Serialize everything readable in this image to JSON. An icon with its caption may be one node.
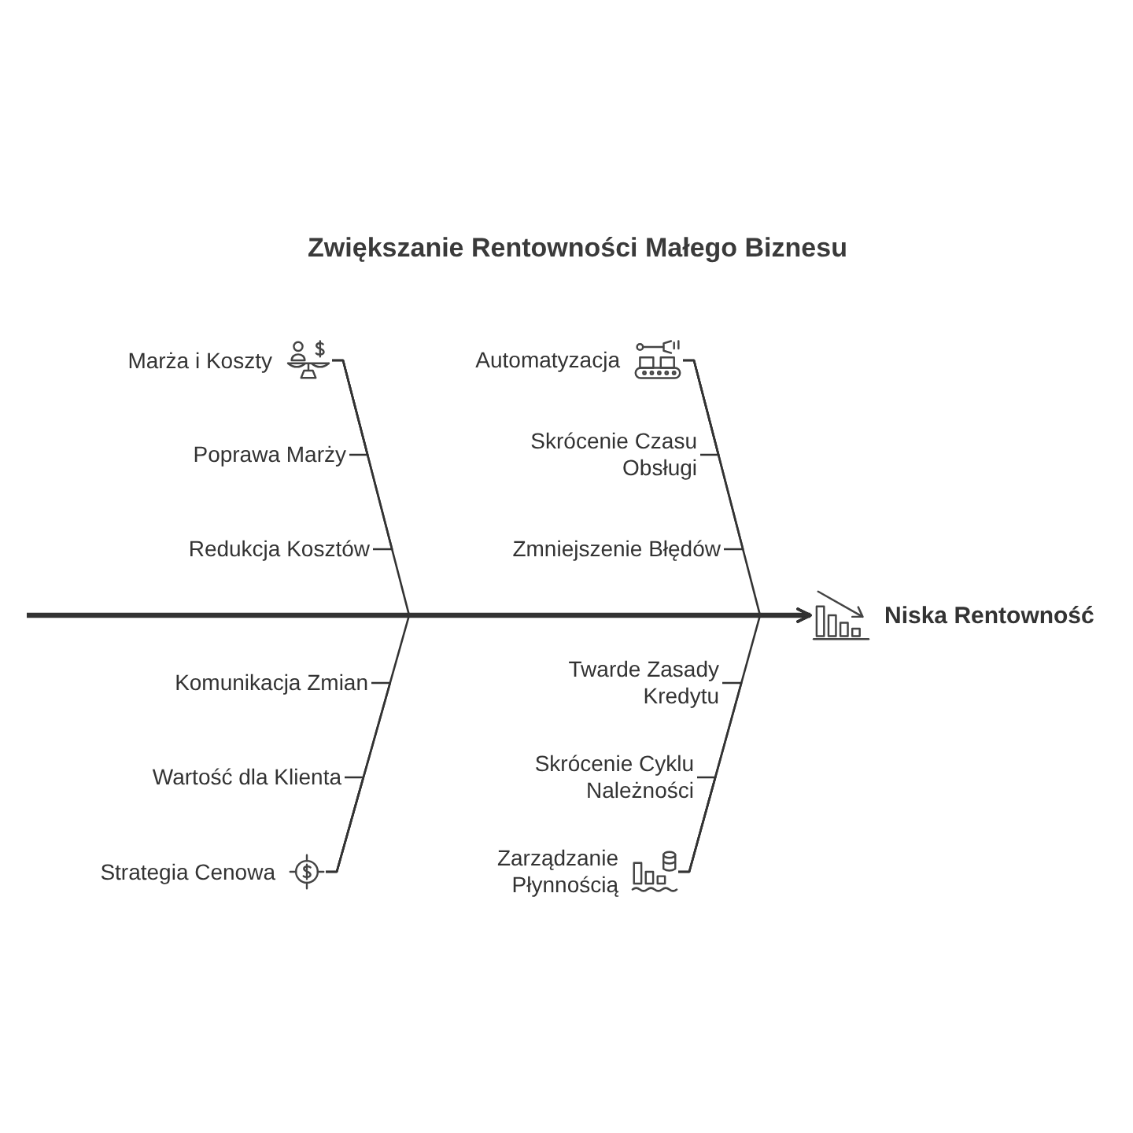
{
  "diagram": {
    "title": "Zwiększanie Rentowności Małego Biznesu",
    "nodes": [
      {
        "text": [
          "Marża i Koszty"
        ]
      },
      {
        "text": [
          "Poprawa Marży"
        ]
      },
      {
        "text": [
          "Redukcja Kosztów"
        ]
      },
      {
        "text": [
          "Automatyzacja"
        ]
      },
      {
        "text": [
          "Skrócenie Czasu Obsługi"
        ]
      },
      {
        "text": [
          "Zmniejszenie Błędów"
        ]
      },
      {
        "text": [
          "Niska Rentowność"
        ]
      },
      {
        "text": [
          "Komunikacja Zmian"
        ]
      },
      {
        "text": [
          "Wartość dla Klienta"
        ]
      },
      {
        "text": [
          "Strategia Cenowa"
        ]
      },
      {
        "text": [
          "Twarde Zasady Kredytu"
        ]
      },
      {
        "text": [
          "Skrócenie Cyklu Należności"
        ]
      },
      {
        "text": [
          "Zarządzanie Płynnością"
        ]
      }
    ],
    "edges": [
      {
        "from": null,
        "to": 6,
        "arrow": "to",
        "style": "thick"
      },
      {
        "from": 0,
        "to": 6,
        "arrow": "to"
      },
      {
        "from": 3,
        "to": 6,
        "arrow": "to"
      },
      {
        "from": 9,
        "to": 6,
        "arrow": "to"
      },
      {
        "from": 12,
        "to": 6,
        "arrow": "to"
      },
      {
        "from": 1,
        "to": 0,
        "arrow": "none"
      },
      {
        "from": 2,
        "to": 0,
        "arrow": "none"
      },
      {
        "from": 4,
        "to": 3,
        "arrow": "none"
      },
      {
        "from": 5,
        "to": 3,
        "arrow": "none"
      },
      {
        "from": 7,
        "to": 9,
        "arrow": "none"
      },
      {
        "from": 8,
        "to": 9,
        "arrow": "none"
      },
      {
        "from": 10,
        "to": 12,
        "arrow": "none"
      },
      {
        "from": 11,
        "to": 12,
        "arrow": "none"
      }
    ]
  }
}
